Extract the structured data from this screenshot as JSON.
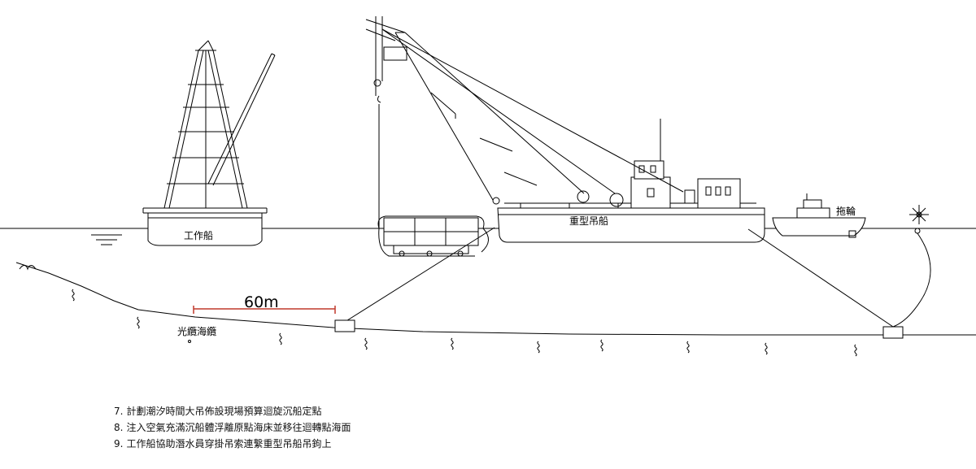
{
  "vessels": {
    "work_boat": "工作船",
    "crane_ship": "重型吊船",
    "tug": "拖輪"
  },
  "seabed": {
    "cable_landing": "光纜海纜",
    "scale_label": "60m"
  },
  "notes": [
    {
      "num": "7.",
      "text": "計劃潮汐時間大吊佈設現場預算迴旋沉船定點"
    },
    {
      "num": "8.",
      "text": "注入空氣充滿沉船體浮離原點海床並移往迴轉點海面"
    },
    {
      "num": "9.",
      "text": "工作船協助潛水員穿掛吊索連繫重型吊船吊鉤上"
    }
  ],
  "colors": {
    "line": "#000000",
    "scale_bar": "#c0392b",
    "background": "#ffffff"
  }
}
